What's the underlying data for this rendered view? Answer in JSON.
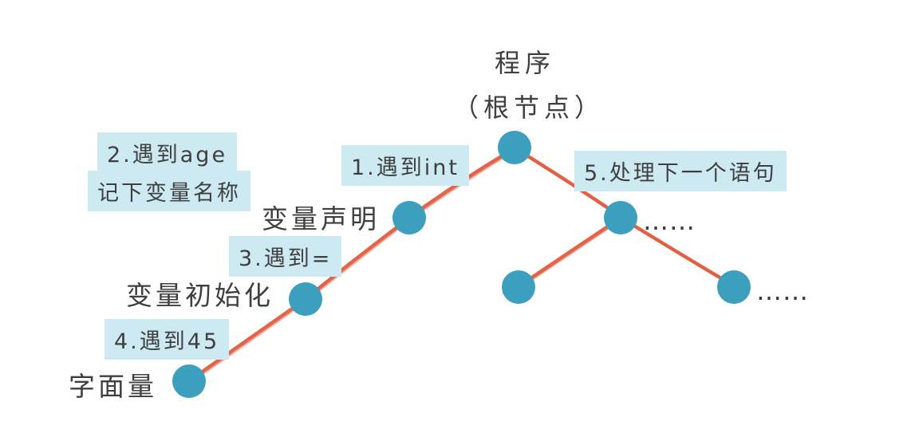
{
  "diagram": {
    "title": {
      "line1": "程序",
      "line2": "（根节点）"
    },
    "node_labels": {
      "declaration": "变量声明",
      "initialization": "变量初始化",
      "literal": "字面量"
    },
    "annotations": {
      "step1": "1.遇到int",
      "step2_line1": "2.遇到age",
      "step2_line2": "记下变量名称",
      "step3": "3.遇到=",
      "step4": "4.遇到45",
      "step5": "5.处理下一个语句"
    },
    "ellipsis": {
      "right_upper": "……",
      "right_lower": "……"
    },
    "colors": {
      "node": "#3d9fbe",
      "edge": "#e0573a",
      "highlight": "#cdeaf2",
      "text": "#3f3f3f",
      "background": "#ffffff"
    }
  }
}
